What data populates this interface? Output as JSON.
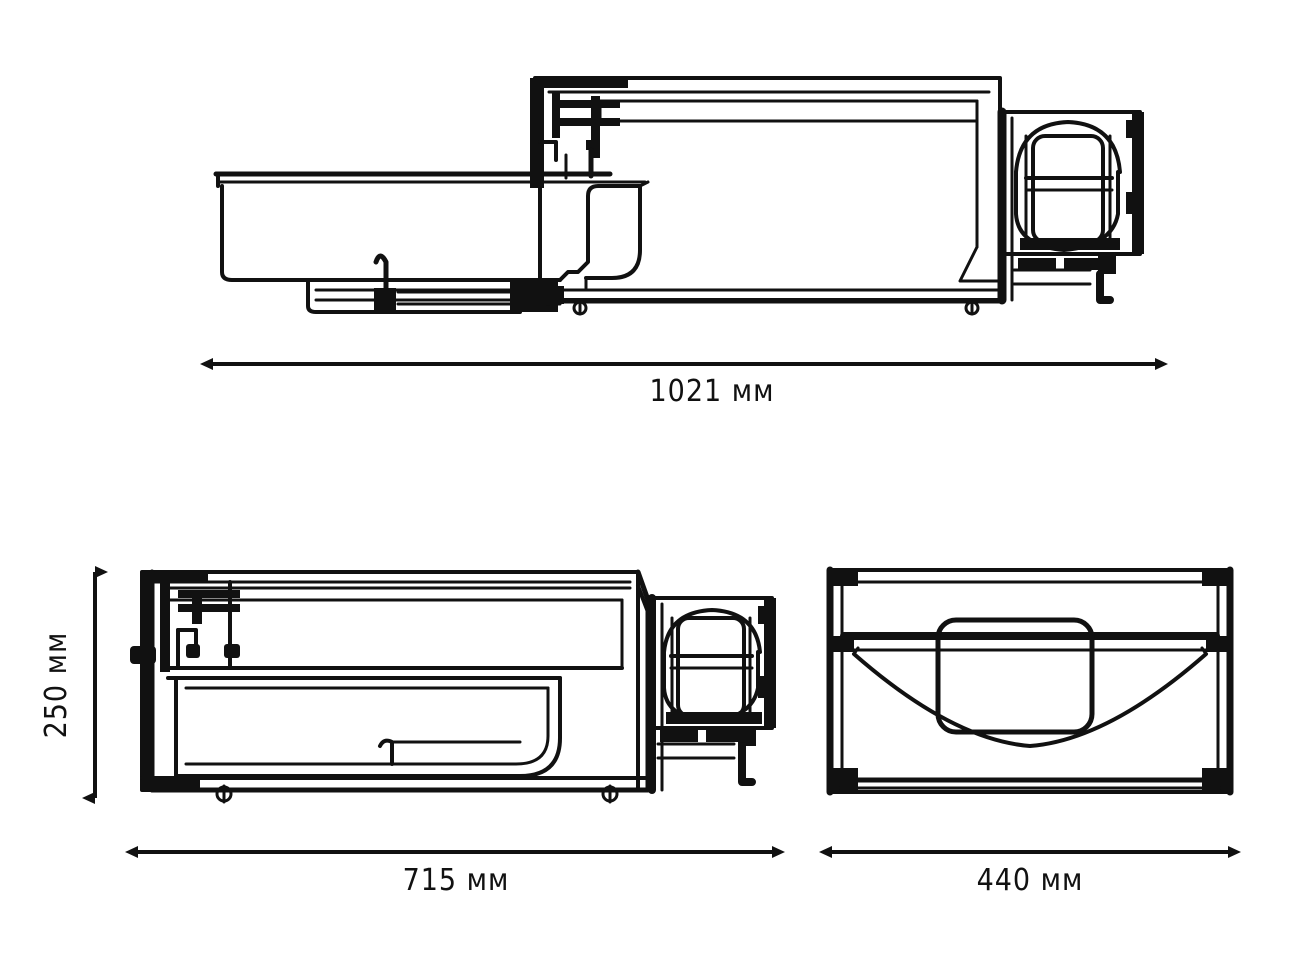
{
  "document": {
    "kind": "technical-drawing",
    "units_suffix": "мм",
    "background_color": "#ffffff",
    "line_color": "#111111"
  },
  "views": [
    {
      "id": "top-view",
      "name": "side-elevation-full-assembly",
      "label": ""
    },
    {
      "id": "side-view",
      "name": "side-elevation-body",
      "label": ""
    },
    {
      "id": "front-view",
      "name": "front-elevation",
      "label": ""
    }
  ],
  "dimensions": {
    "overall_length": {
      "value": "1021",
      "unit": "мм",
      "text": "1021 мм",
      "orientation": "horizontal"
    },
    "body_length": {
      "value": "715",
      "unit": "мм",
      "text": "715 мм",
      "orientation": "horizontal"
    },
    "body_width": {
      "value": "440",
      "unit": "мм",
      "text": "440 мм",
      "orientation": "horizontal"
    },
    "body_height": {
      "value": "250",
      "unit": "мм",
      "text": "250 мм",
      "orientation": "vertical"
    }
  },
  "chart_data": {
    "type": "table",
    "title": "",
    "categories": [
      "1021 мм",
      "715 мм",
      "440 мм",
      "250 мм"
    ],
    "values": [
      1021,
      715,
      440,
      250
    ],
    "xlabel": "",
    "ylabel": "мм"
  }
}
